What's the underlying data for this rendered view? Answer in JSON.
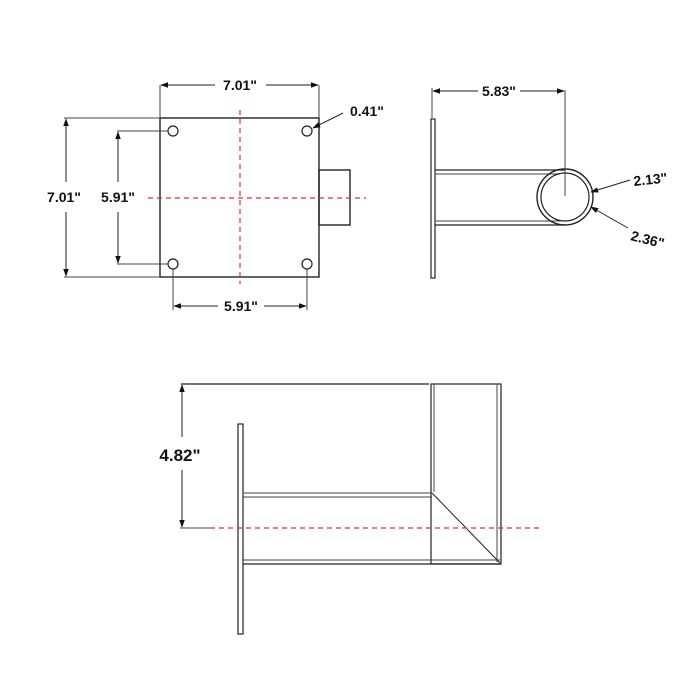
{
  "colors": {
    "line": "#222222",
    "centerline": "#e0302a",
    "background": "#ffffff"
  },
  "front_view": {
    "plate_width": "7.01\"",
    "plate_height": "7.01\"",
    "hole_spacing_vertical": "5.91\"",
    "hole_spacing_horizontal": "5.91\"",
    "hole_diameter": "0.41\""
  },
  "side_view": {
    "arm_length": "5.83\"",
    "tube_inner_diameter": "2.13\"",
    "tube_outer_diameter": "2.36\""
  },
  "top_view": {
    "offset_height": "4.82\""
  }
}
